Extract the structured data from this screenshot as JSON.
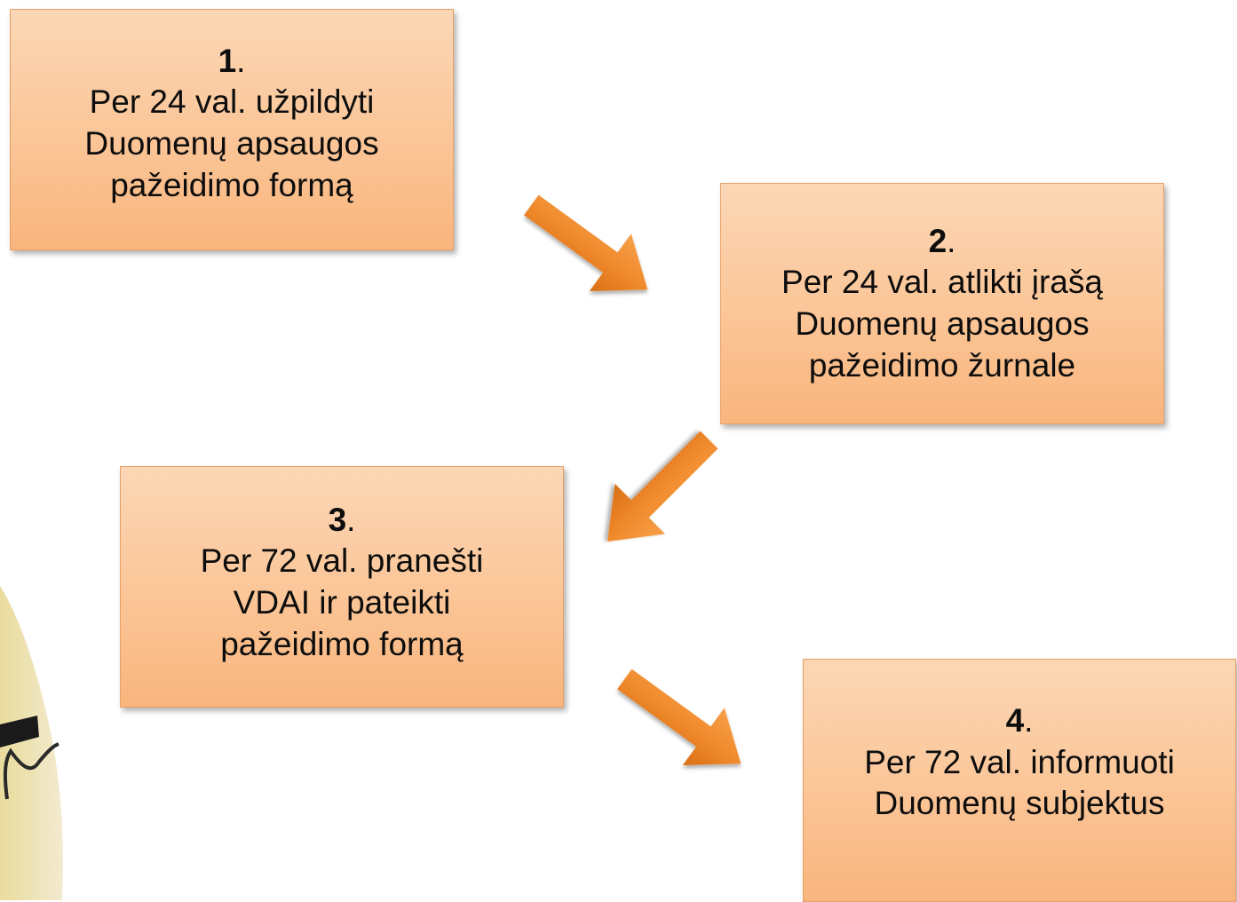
{
  "steps": [
    {
      "number": "1",
      "lines": [
        "Per 24 val. užpildyti",
        "Duomenų apsaugos",
        "pažeidimo formą"
      ]
    },
    {
      "number": "2",
      "lines": [
        "Per 24 val. atlikti įrašą",
        "Duomenų apsaugos",
        "pažeidimo žurnale"
      ]
    },
    {
      "number": "3",
      "lines": [
        "Per 72 val. pranešti",
        "VDAI ir pateikti",
        "pažeidimo formą"
      ]
    },
    {
      "number": "4",
      "lines": [
        "Per 72 val. informuoti",
        "Duomenų subjektus"
      ]
    }
  ],
  "number_suffix": ".",
  "colors": {
    "box_fill_top": "#fbd7b6",
    "box_fill_bottom": "#f9b57d",
    "box_border": "#e8a064",
    "arrow_fill": "#f08a2c",
    "arrow_dark": "#d86f16",
    "background_decoration": "#efe3a6"
  },
  "connectors": [
    {
      "from": "1",
      "to": "2"
    },
    {
      "from": "2",
      "to": "3"
    },
    {
      "from": "3",
      "to": "4"
    }
  ]
}
